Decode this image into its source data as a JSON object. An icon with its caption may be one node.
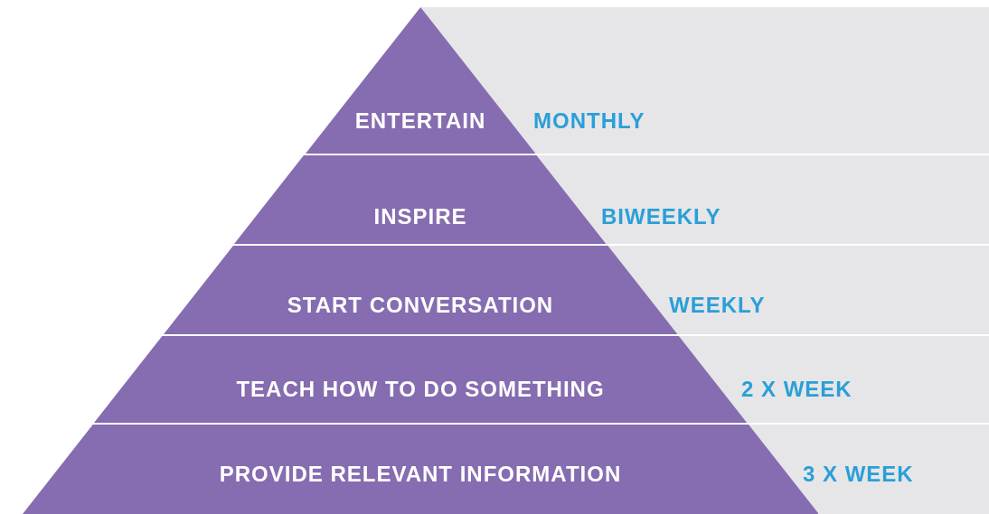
{
  "diagram": {
    "nodes": [
      {
        "text": [
          "ENTERTAIN"
        ],
        "beside": [
          "MONTHLY"
        ]
      },
      {
        "text": [
          "INSPIRE"
        ],
        "beside": [
          "BIWEEKLY"
        ]
      },
      {
        "text": [
          "START CONVERSATION"
        ],
        "beside": [
          "WEEKLY"
        ]
      },
      {
        "text": [
          "TEACH HOW TO DO SOMETHING"
        ],
        "beside": [
          "2 X WEEK"
        ]
      },
      {
        "text": [
          "PROVIDE RELEVANT INFORMATION"
        ],
        "beside": [
          "3 X WEEK"
        ]
      }
    ]
  }
}
